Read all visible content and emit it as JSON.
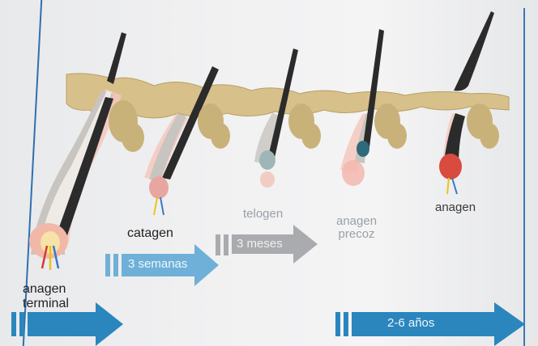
{
  "labels": {
    "anagen_terminal": [
      "anagen",
      "terminal"
    ],
    "catagen": "catagen",
    "telogen": "telogen",
    "anagen_precoz": [
      "anagen",
      "precoz"
    ],
    "anagen": "anagen"
  },
  "durations": {
    "catagen": "3 semanas",
    "telogen": "3 meses",
    "anagen": "2-6 años"
  },
  "colors": {
    "arrow_blue": "#2a86bd",
    "arrow_light_blue": "#6fb0d8",
    "arrow_gray": "#a9abae",
    "skin": "#d8c08a",
    "gland": "#c9b27a",
    "hair": "#2b2b2b",
    "sheath_pink": "#f2b7ae"
  }
}
